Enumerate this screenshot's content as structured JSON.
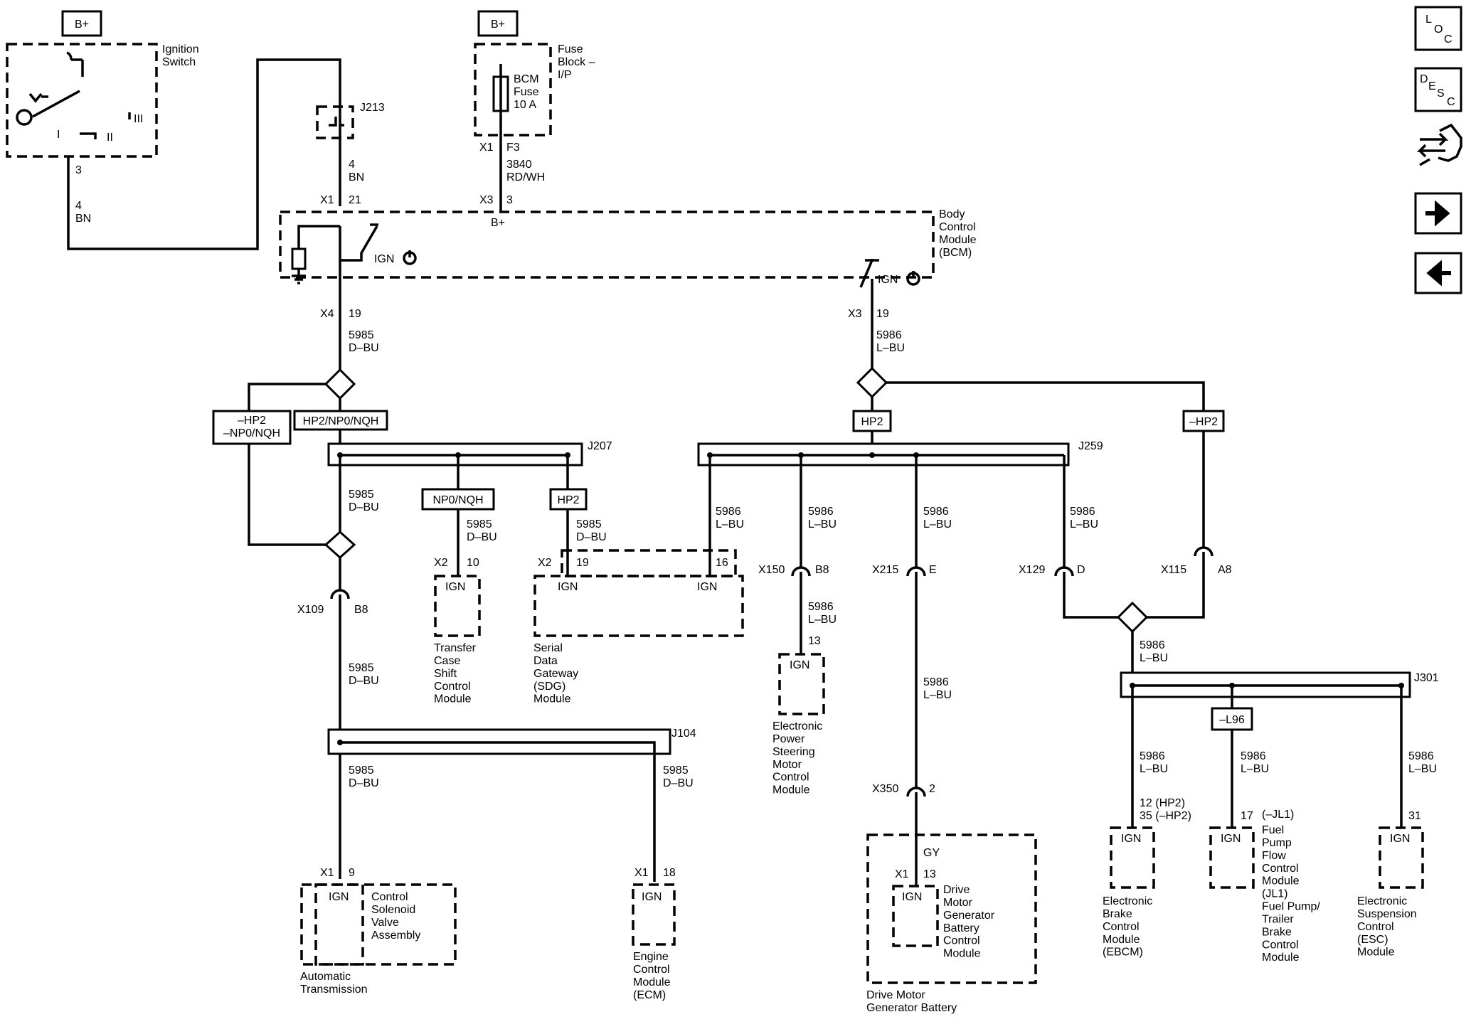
{
  "power": {
    "bplus_1": "B+",
    "bplus_2": "B+",
    "bcm_bplus": "B+"
  },
  "ignition_switch": {
    "name": "Ignition\nSwitch",
    "pos_1": "I",
    "pos_2": "II",
    "pos_3": "III",
    "pin": "3",
    "wire_gauge": "4",
    "wire_color": "BN"
  },
  "j213": {
    "name": "J213",
    "wire_gauge": "4",
    "wire_color": "BN"
  },
  "fuse_block": {
    "name": "Fuse\nBlock –\nI/P",
    "fuse": "BCM\nFuse\n10 A",
    "conn": "X1",
    "pin": "F3",
    "wire_num": "3840",
    "wire_color": "RD/WH"
  },
  "bcm": {
    "name": "Body\nControl\nModule\n(BCM)",
    "in1_conn": "X1",
    "in1_pin": "21",
    "in2_conn": "X3",
    "in2_pin": "3",
    "ign1": "IGN",
    "ign2": "IGN",
    "out1_conn": "X4",
    "out1_pin": "19",
    "out2_conn": "X3",
    "out2_pin": "19"
  },
  "wires": {
    "w5985": "5985",
    "w5985_color": "D–BU",
    "w5986": "5986",
    "w5986_color": "L–BU"
  },
  "options": {
    "neg_hp2_np0_nqh": "–HP2\n–NP0/NQH",
    "hp2_np0_nqh": "HP2/NP0/NQH",
    "np0_nqh": "NP0/NQH",
    "hp2_a": "HP2",
    "hp2_b": "HP2",
    "neg_hp2": "–HP2",
    "neg_l96": "–L96"
  },
  "splices": {
    "j207": "J207",
    "j259": "J259",
    "j104": "J104",
    "j301": "J301"
  },
  "connectors": {
    "x109": "X109",
    "x109_pin": "B8",
    "x150": "X150",
    "x150_pin": "B8",
    "x215": "X215",
    "x215_pin": "E",
    "x129": "X129",
    "x129_pin": "D",
    "x115": "X115",
    "x115_pin": "A8",
    "x350": "X350",
    "x350_pin": "2"
  },
  "modules": {
    "transfer_case": {
      "conn": "X2",
      "pin": "10",
      "ign": "IGN",
      "name": "Transfer\nCase\nShift\nControl\nModule"
    },
    "sdg": {
      "conn": "X2",
      "pin_a": "19",
      "pin_b": "16",
      "ign_a": "IGN",
      "ign_b": "IGN",
      "name": "Serial\nData\nGateway\n(SDG)\nModule"
    },
    "epsm": {
      "pin": "13",
      "ign": "IGN",
      "name": "Electronic\nPower\nSteering\nMotor\nControl\nModule"
    },
    "trans": {
      "conn": "X1",
      "pin": "9",
      "ign": "IGN",
      "sub": "Control\nSolenoid\nValve\nAssembly",
      "name": "Automatic\nTransmission"
    },
    "ecm": {
      "conn": "X1",
      "pin": "18",
      "ign": "IGN",
      "name": "Engine\nControl\nModule\n(ECM)"
    },
    "dmgb": {
      "wire_color": "GY",
      "conn": "X1",
      "pin": "13",
      "ign": "IGN",
      "sub": "Drive\nMotor\nGenerator\nBattery\nControl\nModule",
      "name": "Drive Motor\nGenerator Battery"
    },
    "ebcm": {
      "pins": "12 (HP2)\n35 (–HP2)",
      "ign": "IGN",
      "name": "Electronic\nBrake\nControl\nModule\n(EBCM)"
    },
    "fuel_pump": {
      "pin": "17",
      "pin_note": "(–JL1)",
      "ign": "IGN",
      "name": "Fuel\nPump\nFlow\nControl\nModule\n(JL1)\nFuel Pump/\nTrailer\nBrake\nControl\nModule"
    },
    "esc": {
      "pin": "31",
      "ign": "IGN",
      "name": "Electronic\nSuspension\nControl\n(ESC)\nModule"
    }
  },
  "nav": {
    "loc": [
      "L",
      "O",
      "C"
    ],
    "desc": [
      "D",
      "E",
      "S",
      "C"
    ]
  },
  "icons": [
    "ignition-switch-icon",
    "power-symbol-icon",
    "connector-icon",
    "splice-icon",
    "loc-icon",
    "desc-icon",
    "tools-icon",
    "next-arrow-icon",
    "back-arrow-icon"
  ]
}
